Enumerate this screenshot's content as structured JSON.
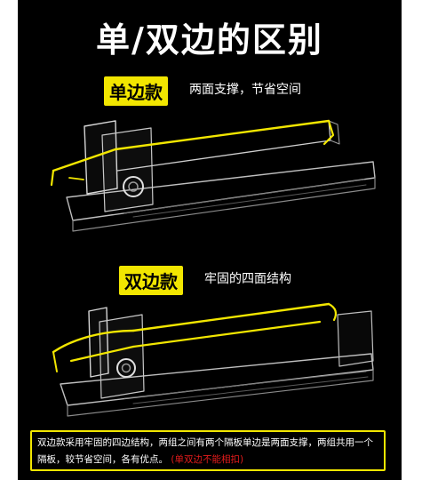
{
  "title": "单/双边的区别",
  "single": {
    "label": "单边款",
    "note": "两面支撑，节省空间"
  },
  "double": {
    "label": "双边款",
    "note": "牢固的四面结构"
  },
  "description": {
    "text": "双边款采用牢固的四边结构，两组之间有两个隔板单边是两面支撑，两组共用一个隔板，较节省空间，各有优点。",
    "warning": "(单双边不能相扣)"
  },
  "colors": {
    "accent": "#f2e600",
    "warning": "#e21b1b",
    "background": "#000000"
  }
}
